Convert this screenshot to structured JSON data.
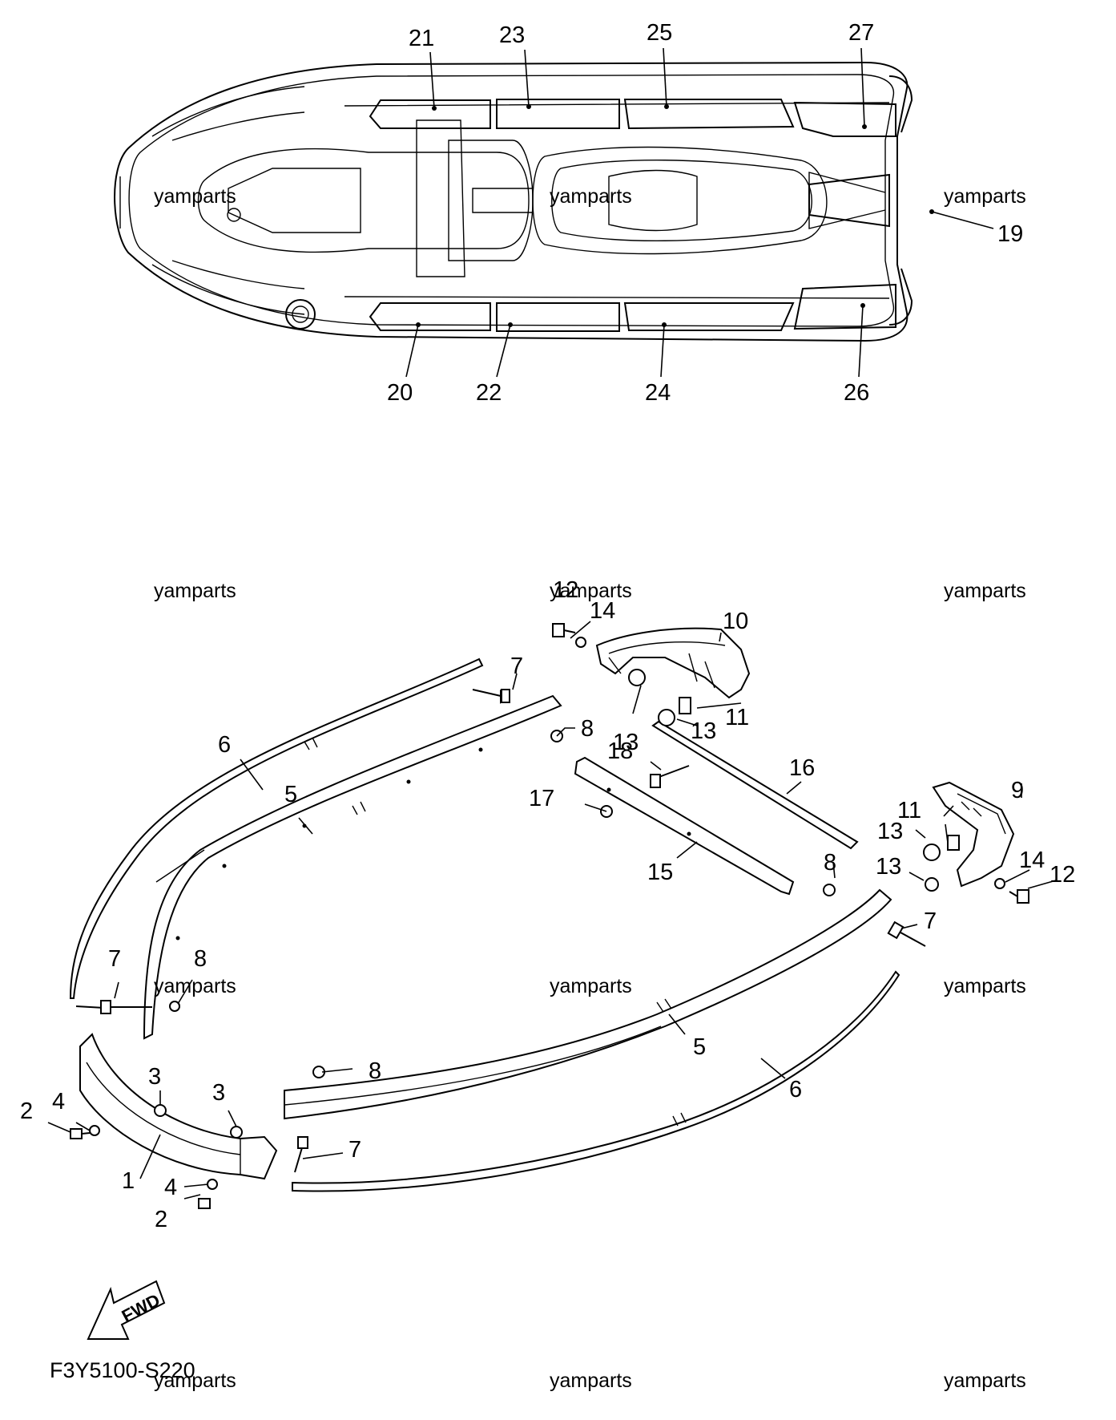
{
  "diagram": {
    "code": "F3Y5100-S220",
    "fwd_label": "FWD",
    "watermark": "yamparts",
    "callouts": {
      "c1": "1",
      "c2a": "2",
      "c2b": "2",
      "c3a": "3",
      "c3b": "3",
      "c4a": "4",
      "c4b": "4",
      "c5a": "5",
      "c5b": "5",
      "c6a": "6",
      "c6b": "6",
      "c7a": "7",
      "c7b": "7",
      "c7c": "7",
      "c7d": "7",
      "c8a": "8",
      "c8b": "8",
      "c8c": "8",
      "c8d": "8",
      "c9": "9",
      "c10": "10",
      "c11a": "11",
      "c11b": "11",
      "c12a": "12",
      "c12b": "12",
      "c13a": "13",
      "c13b": "13",
      "c13c": "13",
      "c13d": "13",
      "c14a": "14",
      "c14b": "14",
      "c15": "15",
      "c16": "16",
      "c17": "17",
      "c18": "18",
      "c19": "19",
      "c20": "20",
      "c21": "21",
      "c22": "22",
      "c23": "23",
      "c24": "24",
      "c25": "25",
      "c26": "26",
      "c27": "27"
    }
  }
}
